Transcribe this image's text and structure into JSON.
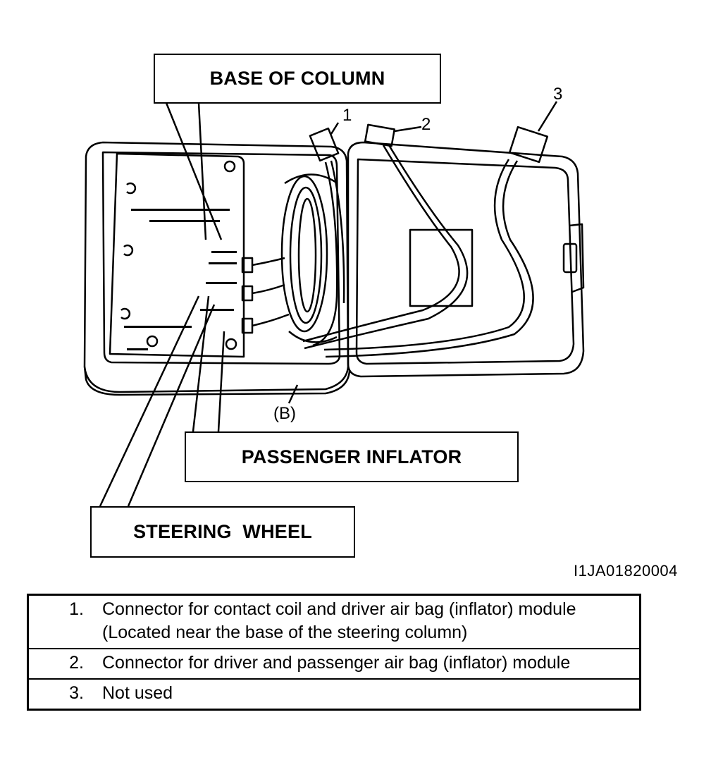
{
  "callouts": {
    "base_of_column": "BASE OF COLUMN",
    "passenger_inflator": "PASSENGER INFLATOR",
    "steering_wheel": "STEERING  WHEEL"
  },
  "labels": {
    "one": "1",
    "two": "2",
    "three": "3",
    "b": "(B)"
  },
  "figure_id": "I1JA01820004",
  "legend": [
    {
      "num": "1.",
      "line1": "Connector for contact coil and driver air bag (inflator) module",
      "line2": "(Located near the base of the steering column)"
    },
    {
      "num": "2.",
      "line1": "Connector for driver and passenger air bag (inflator) module"
    },
    {
      "num": "3.",
      "line1": "Not used"
    }
  ]
}
